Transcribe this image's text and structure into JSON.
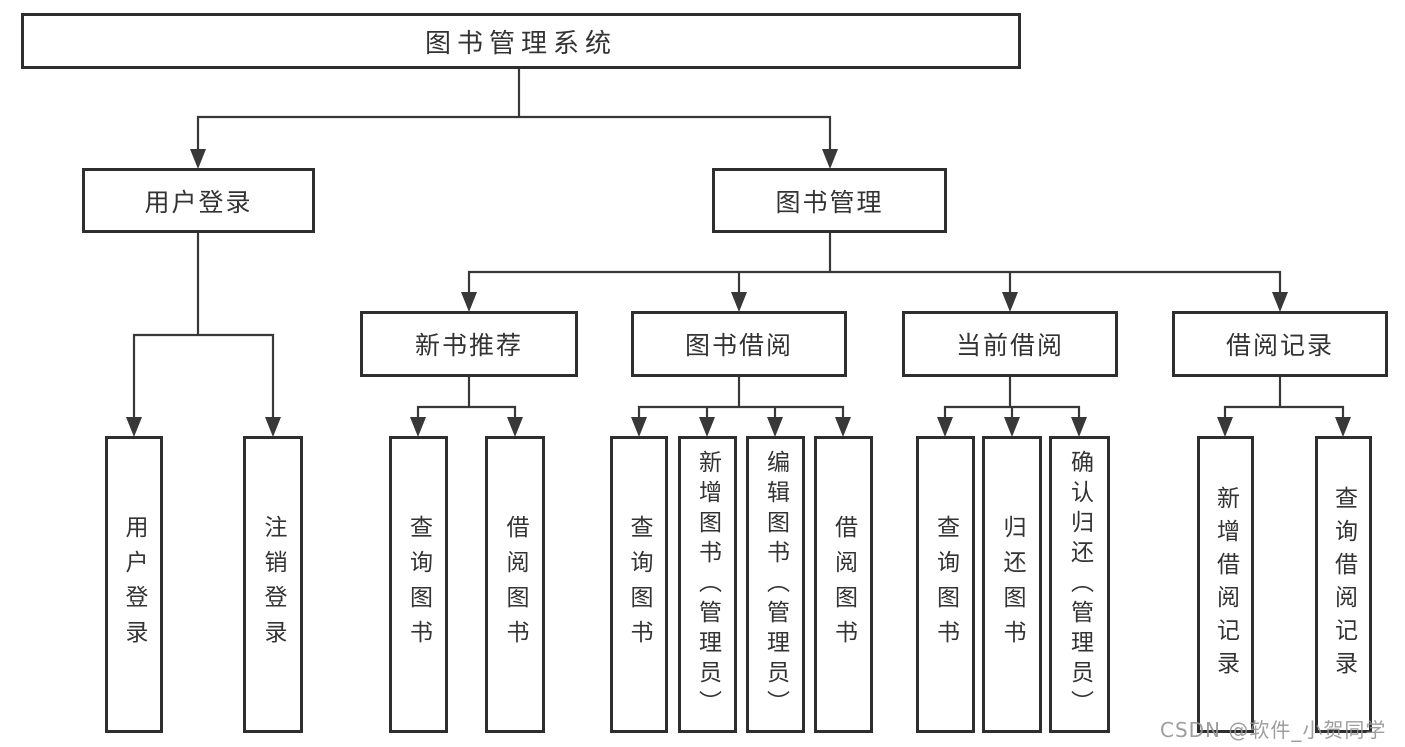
{
  "tree": {
    "label": "图书管理系统",
    "children": [
      {
        "label": "用户登录",
        "children": [
          {
            "label": "用户登录"
          },
          {
            "label": "注销登录"
          }
        ]
      },
      {
        "label": "图书管理",
        "children": [
          {
            "label": "新书推荐",
            "children": [
              {
                "label": "查询图书"
              },
              {
                "label": "借阅图书"
              }
            ]
          },
          {
            "label": "图书借阅",
            "children": [
              {
                "label": "查询图书"
              },
              {
                "label": "新增图书（管理员）"
              },
              {
                "label": "编辑图书（管理员）"
              },
              {
                "label": "借阅图书"
              }
            ]
          },
          {
            "label": "当前借阅",
            "children": [
              {
                "label": "查询图书"
              },
              {
                "label": "归还图书"
              },
              {
                "label": "确认归还（管理员）"
              }
            ]
          },
          {
            "label": "借阅记录",
            "children": [
              {
                "label": "新增借阅记录"
              },
              {
                "label": "查询借阅记录"
              }
            ]
          }
        ]
      }
    ]
  },
  "watermark": {
    "text": "CSDN @软件_小贺同学"
  },
  "colors": {
    "line": "#383838",
    "border": "#2e2e2e",
    "text": "#333333",
    "watermark": "#949494",
    "background": "#ffffff"
  }
}
